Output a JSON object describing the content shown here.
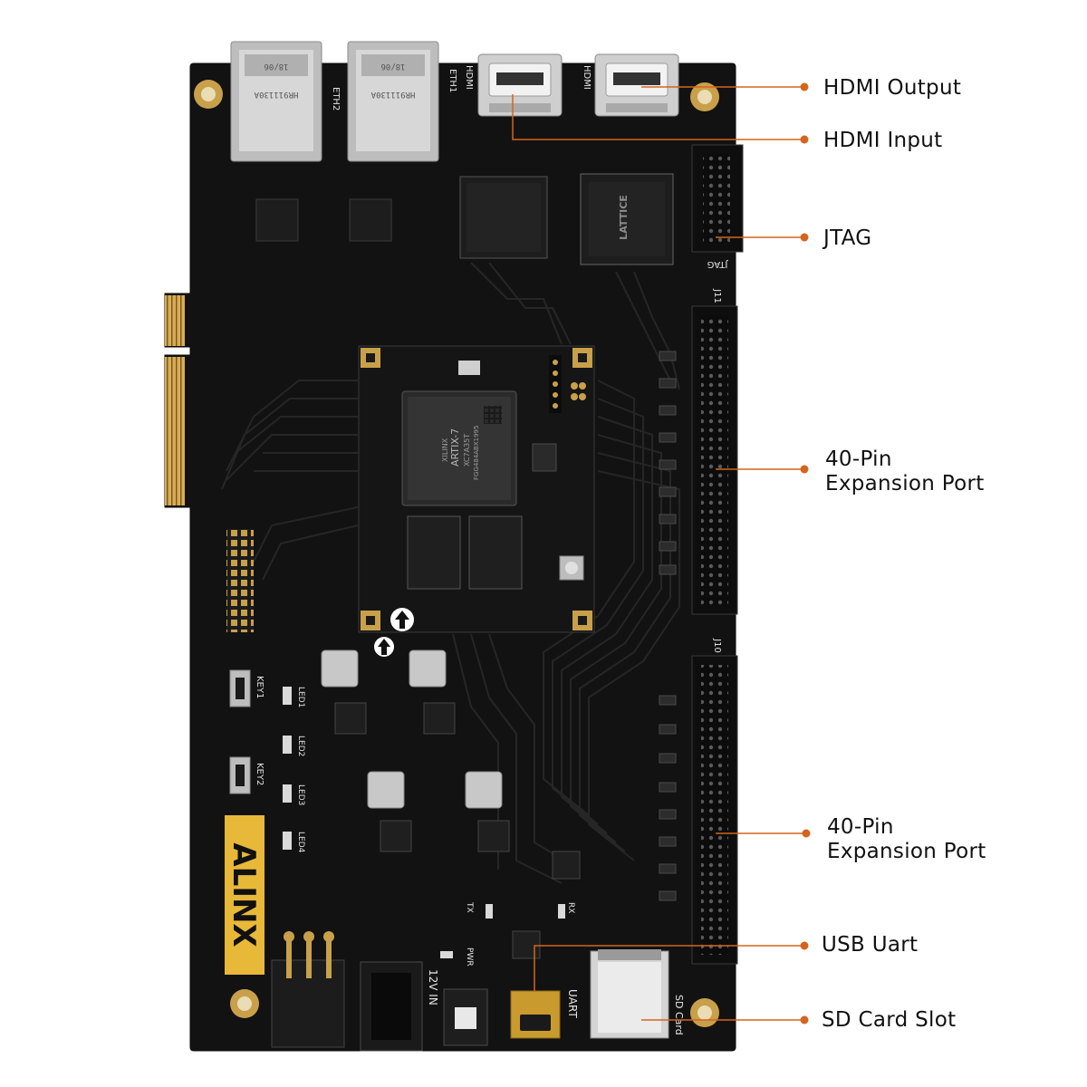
{
  "colors": {
    "board": "#121212",
    "trace": "#262626",
    "accent": "#d4651c",
    "gold": "#c9a04a",
    "silver": "#cfcfcf",
    "chip": "#1d1d1d",
    "silk": "#e6e6e6"
  },
  "board": {
    "brand_logo": "ALINX",
    "silkscreen": {
      "eth1": "ETH1",
      "eth2": "ETH2",
      "hdmi_in": "HDMI",
      "hdmi_out": "HDMI",
      "jtag": "JTAG",
      "j11": "J11",
      "j10": "J10",
      "key1": "KEY1",
      "key2": "KEY2",
      "led1": "LED1",
      "led2": "LED2",
      "led3": "LED3",
      "led4": "LED4",
      "tx": "TX",
      "rx": "RX",
      "pwr": "PWR",
      "power_in": "12V IN",
      "uart": "UART",
      "sd": "SD Card",
      "rj45_code": "18/06",
      "rj45_part": "HR911130A",
      "fpga_brand": "XILINX",
      "fpga_family": "ARTIX-7",
      "fpga_part": "XC7A35T",
      "fpga_pkg": "FGG484ABX1995",
      "cpld_brand": "LATTICE"
    }
  },
  "callouts": [
    {
      "id": "hdmi-output",
      "line1": "HDMI Output",
      "line2": ""
    },
    {
      "id": "hdmi-input",
      "line1": "HDMI Input",
      "line2": ""
    },
    {
      "id": "jtag",
      "line1": "JTAG",
      "line2": ""
    },
    {
      "id": "expansion-1",
      "line1": "40-Pin",
      "line2": "Expansion Port"
    },
    {
      "id": "expansion-2",
      "line1": "40-Pin",
      "line2": "Expansion Port"
    },
    {
      "id": "usb-uart",
      "line1": "USB Uart",
      "line2": ""
    },
    {
      "id": "sd-card",
      "line1": "SD Card Slot",
      "line2": ""
    }
  ]
}
